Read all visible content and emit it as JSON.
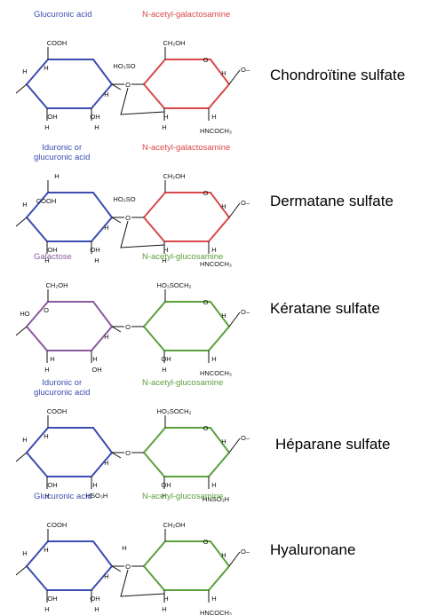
{
  "colors": {
    "blue": "#3a4db0",
    "red": "#d9484a",
    "purple": "#8a5aa0",
    "green": "#5aa03c",
    "black": "#111111"
  },
  "rows": [
    {
      "name": "Chondroïtine sulfate",
      "left_title": "Glucuronic acid",
      "left_color": "blue",
      "right_title": "N-acetyl-galactosamine",
      "right_color": "red",
      "left_labels": [
        "COOH",
        "H",
        "H",
        "H",
        "OH",
        "H",
        "OH",
        "H"
      ],
      "link_labels": [
        "HO₃SO",
        "O"
      ],
      "right_labels": [
        "CH₂OH",
        "O",
        "O",
        "H",
        "H",
        "H",
        "H",
        "HNCOCH₃"
      ]
    },
    {
      "name": "Dermatane sulfate",
      "left_title": "Iduronic or\nglucuronic acid",
      "left_color": "blue",
      "right_title": "N-acetyl-galactosamine",
      "right_color": "red",
      "left_labels": [
        "H",
        "COOH",
        "H",
        "H",
        "OH",
        "H",
        "OH",
        "H"
      ],
      "link_labels": [
        "HO₃SO",
        "O"
      ],
      "right_labels": [
        "CH₂OH",
        "O",
        "O",
        "H",
        "H",
        "H",
        "H",
        "HNCOCH₃"
      ]
    },
    {
      "name": "Kératane sulfate",
      "left_title": "Galactose",
      "left_color": "purple",
      "right_title": "N-acetyl-glucosamine",
      "right_color": "green",
      "left_labels": [
        "CH₂OH",
        "O",
        "HO",
        "H",
        "H",
        "H",
        "H",
        "OH"
      ],
      "link_labels": [
        "O"
      ],
      "right_labels": [
        "HO₃SOCH₂",
        "O",
        "O",
        "H",
        "OH",
        "H",
        "H",
        "HNCOCH₃"
      ]
    },
    {
      "name": "Héparane sulfate",
      "left_title": "Iduronic or\nglucuronic acid",
      "left_color": "blue",
      "right_title": "N-acetyl-glucosamine",
      "right_color": "green",
      "left_labels": [
        "COOH",
        "H",
        "H",
        "H",
        "OH",
        "H",
        "H",
        "HSO₃H"
      ],
      "link_labels": [
        "O"
      ],
      "right_labels": [
        "HO₃SOCH₂",
        "O",
        "O",
        "H",
        "OH",
        "H",
        "H",
        "HNSO₃H"
      ]
    },
    {
      "name": "Hyaluronane",
      "left_title": "Glucuronic acid",
      "left_color": "blue",
      "right_title": "N-acetyl-glucosamine",
      "right_color": "green",
      "left_labels": [
        "COOH",
        "H",
        "H",
        "H",
        "OH",
        "H",
        "OH",
        "H"
      ],
      "link_labels": [
        "H",
        "O"
      ],
      "right_labels": [
        "CH₂OH",
        "O",
        "O",
        "H",
        "H",
        "H",
        "H",
        "HNCOCH₃"
      ]
    }
  ]
}
